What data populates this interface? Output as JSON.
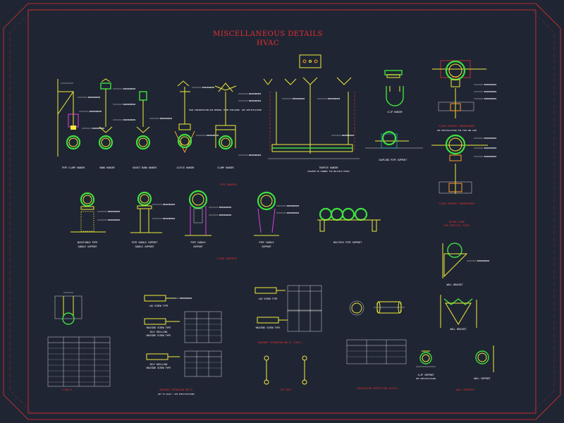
{
  "drawing": {
    "title_line1": "MISCELLANEOUS DETAILS",
    "title_line2": "HVAC"
  },
  "sections": {
    "pipe_hangers": "PIPE HANGERS",
    "floor_supports": "FLOOR SUPPORTS",
    "u_bolts": "U-BOLTS",
    "masonry_expansion_bolts": "MASONRY EXPANSION BOLTS",
    "masonry_expansion_bolts_cont": "MASONRY EXPANSION BOLTS (CONT.)",
    "eye_bolt": "EYE BOLT",
    "insulation_protection_shield": "INSULATION PROTECTION SHIELD",
    "wall_supports": "WALL SUPPORTS"
  },
  "captions": {
    "pipe_clamp_hanger": "PIPE CLAMP HANGER",
    "band_hanger": "BAND HANGER",
    "socket_band_hanger": "SOCKET BAND HANGER",
    "clevis_hanger": "CLEVIS HANGER",
    "clamp_hanger": "CLAMP HANGER",
    "trapeze_hanger": "TRAPEZE HANGER",
    "trapeze_note": "(TRAPEZE OR CHANNEL FOR MULTIPLE PIPES)",
    "clip_hanger": "CLIP HANGER",
    "coupling_pipe_support": "COUPLING PIPE SUPPORT",
    "riser_clamp": "RISER CLAMP",
    "riser_clamp_sub": "FOR VERTICAL PIPES",
    "floor_support_1": "FLOOR SUPPORT ARRANGEMENT",
    "floor_support_2": "FLOOR SUPPORT ARRANGEMENT",
    "adjustable_pipe": "ADJUSTABLE PIPE",
    "adjustable_pipe_sub": "SADDLE SUPPORT",
    "pipe_saddle_1": "PIPE SADDLE SUPPORT",
    "pipe_saddle_1_sub": "SADDLE SUPPORT",
    "pipe_saddle_2": "PIPE SADDLE",
    "pipe_saddle_2_sub": "SUPPORT",
    "pipe_saddle_3": "PIPE SADDLE",
    "pipe_saddle_3_sub": "SUPPORT",
    "multiple_pipe_support": "MULTIPLE PIPE SUPPORT",
    "wall_bracket_1": "WALL BRACKET",
    "wall_bracket_2": "WALL BRACKET",
    "wall_clip_1": "CLIP SUPPORT",
    "wall_clip_2": "WALL SUPPORT",
    "lag_screw_type": "LAG SCREW TYPE",
    "machine_screw_type": "MACHINE SCREW TYPE",
    "self_drilling_1": "SELF DRILLING",
    "self_drilling_1_sub": "MACHINE SCREW TYPE",
    "self_drilling_2": "SELF DRILLING",
    "self_drilling_2_sub": "MACHINE SCREW TYPE",
    "masonry_note": "NOT TO SCALE / SEE SPECIFICATIONS",
    "wall_plate_note": "SEE SPECIFICATIONS",
    "floor_support_note": "SEE SPECIFICATIONS FOR TYPE AND SIZE",
    "hanger_note": "HIGH CONCENTRATION ROD NOMINAL TO BE EXPLAINED",
    "hanger_note_2": "SEE SPECIFICATIONS"
  },
  "colors": {
    "background": "#1f2533",
    "frame": "#e53030",
    "metal": "#f2ea3a",
    "pipe": "#3ee03e",
    "insulation": "#e53030",
    "annotation": "#ffffff"
  }
}
